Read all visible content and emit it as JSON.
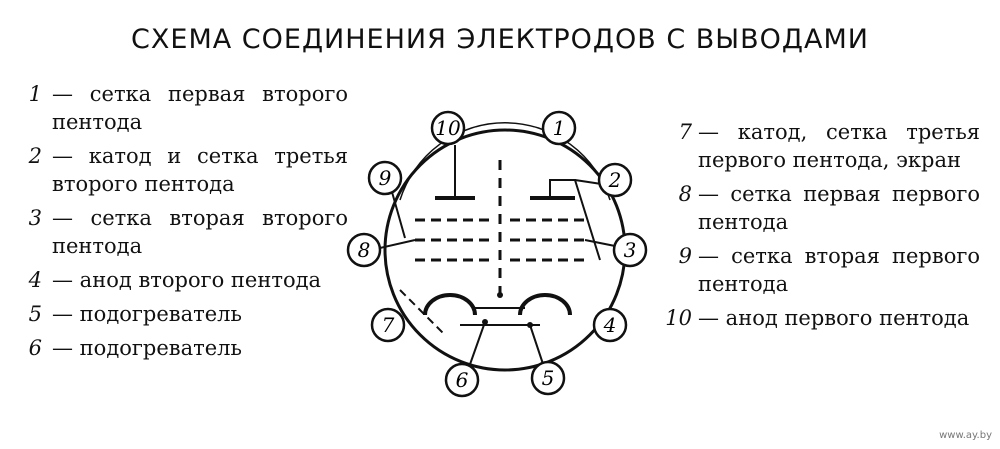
{
  "title": "СХЕМА СОЕДИНЕНИЯ ЭЛЕКТРОДОВ С ВЫВОДАМИ",
  "left_entries": [
    {
      "num": "1",
      "text": "— сетка первая второго пентода"
    },
    {
      "num": "2",
      "text": "— катод и сетка третья второго пентода"
    },
    {
      "num": "3",
      "text": "— сетка вторая второго пентода"
    },
    {
      "num": "4",
      "text": "— анод второго пентода"
    },
    {
      "num": "5",
      "text": "— подогреватель"
    },
    {
      "num": "6",
      "text": "— подогреватель"
    }
  ],
  "right_entries": [
    {
      "num": "7",
      "text": "— катод, сетка третья первого пентода, экран"
    },
    {
      "num": "8",
      "text": "— сетка первая первого пентода"
    },
    {
      "num": "9",
      "text": "— сетка вторая первого пентода"
    },
    {
      "num": "10",
      "text": "— анод первого пентода"
    }
  ],
  "pins": [
    "1",
    "2",
    "3",
    "4",
    "5",
    "6",
    "7",
    "8",
    "9",
    "10"
  ],
  "watermark": "www.ay.by"
}
